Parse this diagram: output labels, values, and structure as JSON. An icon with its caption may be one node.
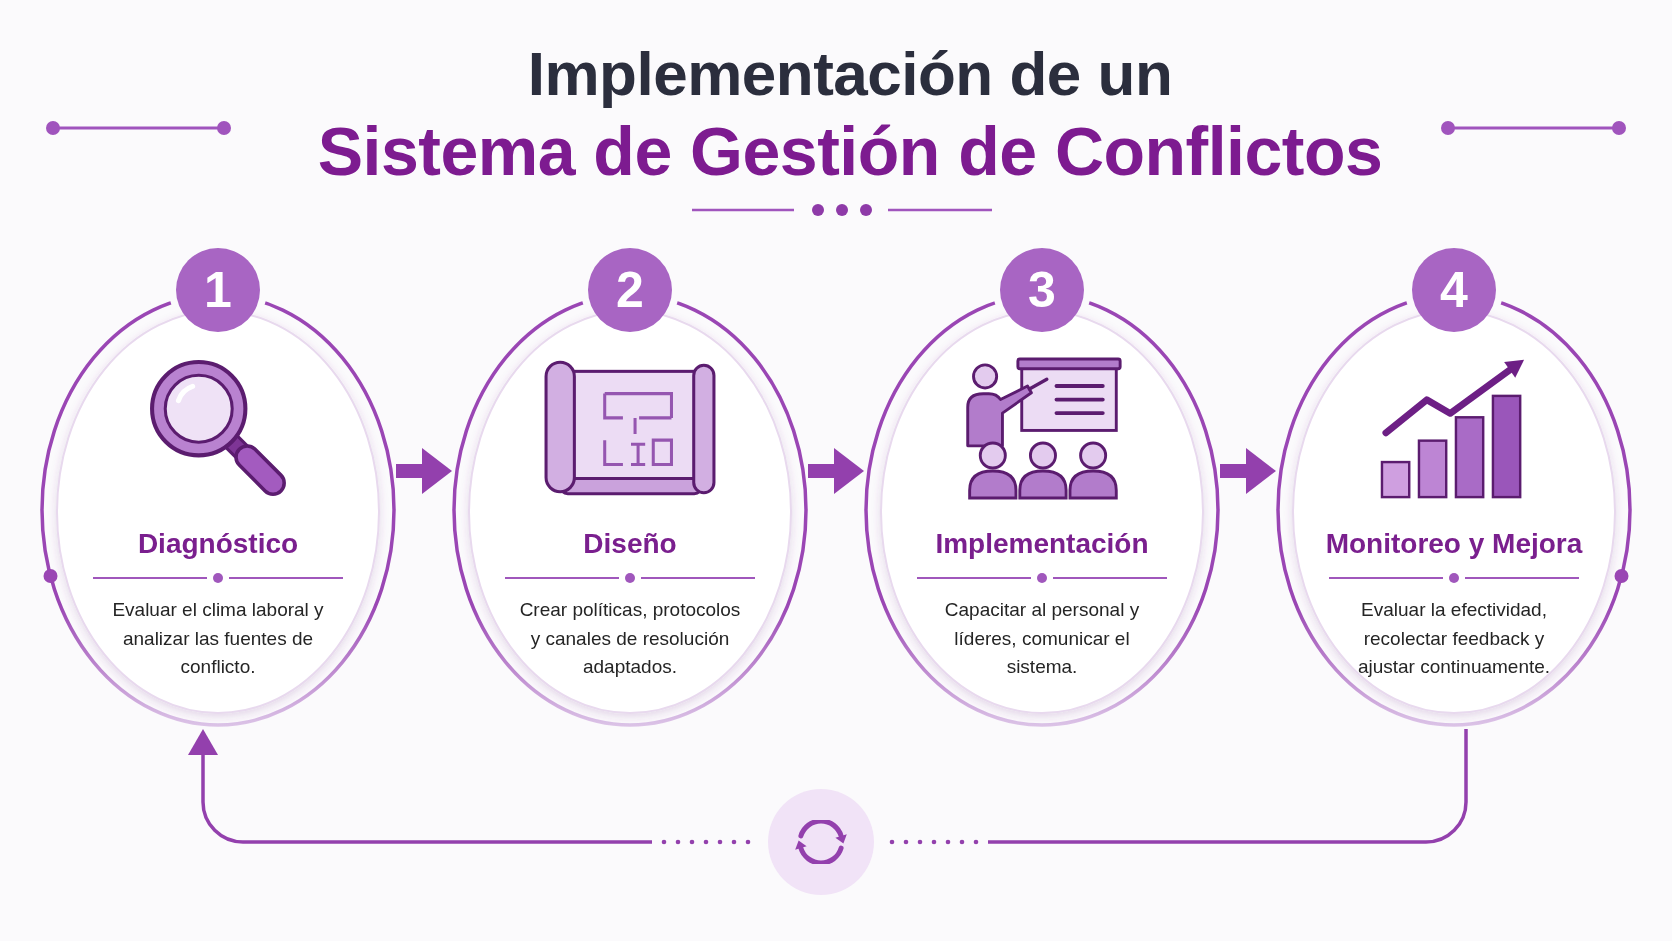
{
  "diagram": {
    "title": "Implementación de un Sistema de Gestión de Conflictos",
    "nodes": [
      {
        "text": [
          "1"
        ]
      },
      {
        "text": [
          "Diagnóstico",
          "Evaluar el clima laboral y analizar las fuentes de conflicto."
        ]
      },
      {
        "text": [
          "2"
        ]
      },
      {
        "text": [
          "Diseño",
          "Crear políticas, protocolos y canales de resolución adaptados."
        ]
      },
      {
        "text": [
          "3"
        ]
      },
      {
        "text": [
          "Implementación",
          "Capacitar al personal y líderes, comunicar el sistema."
        ]
      },
      {
        "text": [
          "4"
        ]
      },
      {
        "text": [
          "Monitoreo y Mejora",
          "Evaluar la efectividad, recolectar feedback y ajustar continuamente."
        ]
      },
      {
        "text": [],
        "shape": "circle"
      }
    ],
    "edges": [
      {
        "from": 1,
        "to": 3,
        "arrow": "to"
      },
      {
        "from": 3,
        "to": 5,
        "arrow": "to"
      },
      {
        "from": 5,
        "to": 7,
        "arrow": "to"
      },
      {
        "from": 7,
        "to": 8,
        "arrow": "none"
      },
      {
        "from": 8,
        "to": 1,
        "arrow": "to"
      }
    ]
  }
}
